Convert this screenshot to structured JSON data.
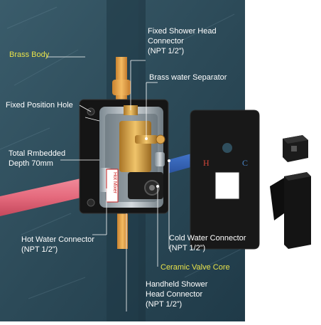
{
  "labels": {
    "fixed_shower_head": "Fixed Shower Head\nConnector\n(NPT 1/2”)",
    "brass_body": "Brass Body",
    "brass_water_separator": "Brass water Separator",
    "fixed_position_hole": "Fixed Position Hole",
    "total_embedded_depth": "Total Rmbedded\nDepth 70mm",
    "hot_water_connector": "Hot Water Connector\n(NPT 1/2”)",
    "cold_water_connector": "Cold Water Connector\n(NPT 1/2”)",
    "ceramic_valve_core": "Ceramic Valve Core",
    "handheld_shower_head": "Handheld Shower\nHead Connector\n(NPT 1/2”)"
  },
  "plate": {
    "hot_letter": "H",
    "cold_letter": "C"
  },
  "sticker": {
    "text": "Hot Mixer"
  },
  "colors": {
    "wall": "#2f4e5d",
    "panel": "#000000",
    "highlight_text": "#e8e24a",
    "hot_letter": "#d4463a",
    "cold_letter": "#4a86c8",
    "hot_pipe": "#e56a7d",
    "cold_pipe": "#3e6fc4",
    "copper_pipe": "#e8a54a",
    "matte_black": "#161616"
  },
  "icons": [
    "shower-valve-illustration",
    "cover-plate",
    "lever-handle",
    "mounting-adapter"
  ]
}
